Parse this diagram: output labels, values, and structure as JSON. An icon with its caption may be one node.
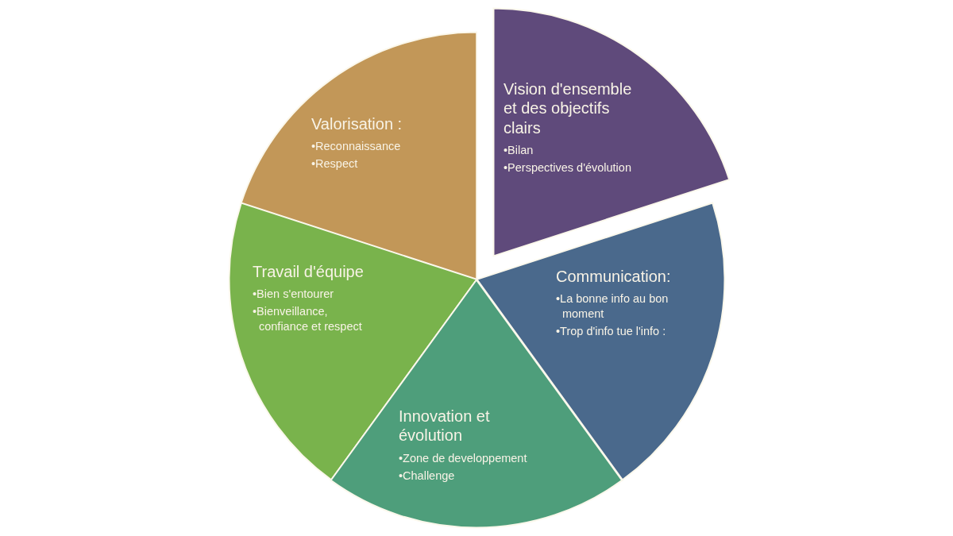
{
  "diagram": {
    "nodes": [
      {
        "text": [
          "Valorisation :",
          "•Reconnaissance",
          "•Respect"
        ]
      },
      {
        "text": [
          "Vision d'ensemble et des objectifs clairs",
          "•Bilan",
          "•Perspectives d'évolution"
        ]
      },
      {
        "text": [
          "Travail d'équipe",
          "•Bien s'entourer",
          "•Bienveillance, confiance et respect"
        ]
      },
      {
        "text": [
          "Communication:",
          "•La bonne info au bon moment",
          "•Trop d'info tue l'info :"
        ]
      },
      {
        "text": [
          "Innovation et évolution",
          "•Zone de developpement",
          "•Challenge"
        ]
      }
    ]
  }
}
